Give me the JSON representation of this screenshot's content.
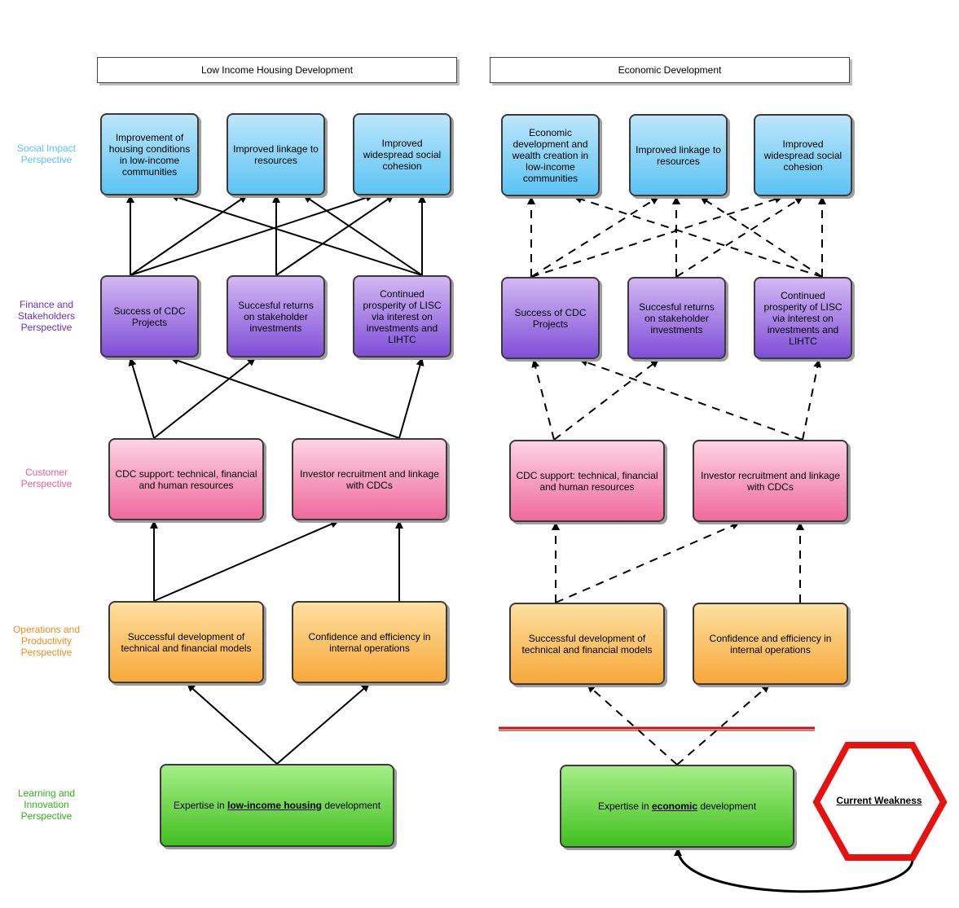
{
  "headers": {
    "left": "Low Income Housing Development",
    "right": "Economic Development"
  },
  "perspectives": {
    "social": "Social Impact Perspective",
    "finance": "Finance and Stakeholders Perspective",
    "customer": "Customer Perspective",
    "operations": "Operations and Productivity Perspective",
    "learning": "Learning and Innovation Perspective"
  },
  "left": {
    "social": [
      "Improvement of housing conditions in low-income communities",
      "Improved linkage to resources",
      "Improved widespread social cohesion"
    ],
    "finance": [
      "Success of CDC Projects",
      "Succesful returns on stakeholder investments",
      "Continued prosperity of LISC via interest on investments and LIHTC"
    ],
    "customer": [
      "CDC support: technical, financial and human resources",
      "Investor recruitment and linkage with CDCs"
    ],
    "operations": [
      "Successful development of technical and financial models",
      "Confidence and efficiency in internal operations"
    ],
    "learning": {
      "prefix": "Expertise in ",
      "keyword": "low-income housing",
      "suffix": " development"
    }
  },
  "right": {
    "social": [
      "Economic development and wealth creation in low-income communities",
      "Improved linkage to resources",
      "Improved widespread social cohesion"
    ],
    "finance": [
      "Success of CDC Projects",
      "Succesful returns on stakeholder investments",
      "Continued prosperity of LISC via interest on investments and LIHTC"
    ],
    "customer": [
      "CDC support: technical, financial and human resources",
      "Investor recruitment and linkage with CDCs"
    ],
    "operations": [
      "Successful development of technical and financial models",
      "Confidence and efficiency in internal operations"
    ],
    "learning": {
      "prefix": "Expertise in ",
      "keyword": "economic",
      "suffix": " development"
    }
  },
  "weakness": {
    "label": "Current Weakness",
    "color": "#e5130f"
  },
  "colors": {
    "social_fill": "#5cc3f3",
    "finance_fill": "#7f4fd8",
    "customer_fill": "#f06a9b",
    "operations_fill": "#f7a83a",
    "learning_fill": "#41c021",
    "divider": "#c01414"
  }
}
